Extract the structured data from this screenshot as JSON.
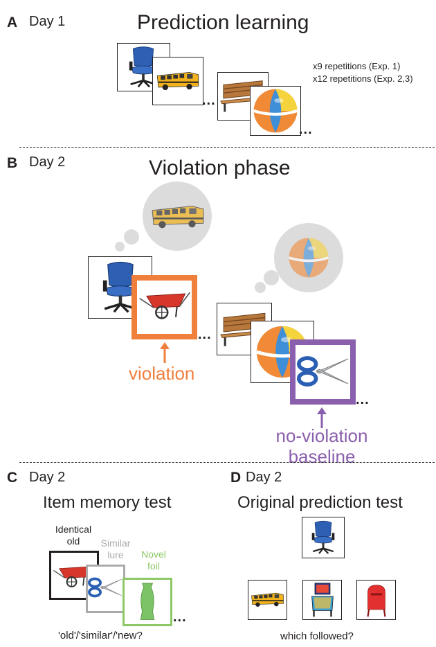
{
  "panelA": {
    "letter": "A",
    "day": "Day 1",
    "title": "Prediction learning",
    "rep1": "x9 repetitions (Exp. 1)",
    "rep2": "x12 repetitions (Exp. 2,3)",
    "ellipsis1": "...",
    "ellipsis2": "..."
  },
  "panelB": {
    "letter": "B",
    "day": "Day 2",
    "title": "Violation phase",
    "violation": "violation",
    "no_violation_1": "no-violation",
    "no_violation_2": "baseline",
    "ellipsis1": "...",
    "ellipsis2": "...",
    "colors": {
      "violation": "#f07f3c",
      "baseline": "#8a5fad"
    }
  },
  "panelC": {
    "letter": "C",
    "day": "Day 2",
    "title": "Item memory test",
    "identical_1": "Identical",
    "identical_2": "old",
    "similar_1": "Similar",
    "similar_2": "lure",
    "novel_1": "Novel",
    "novel_2": "foil",
    "question": "'old'/'similar'/'new?",
    "ellipsis": "...",
    "colors": {
      "identical": "#231f20",
      "similar": "#aaaaaa",
      "novel": "#8cc866"
    }
  },
  "panelD": {
    "letter": "D",
    "day": "Day 2",
    "title": "Original prediction test",
    "question": "which followed?"
  }
}
